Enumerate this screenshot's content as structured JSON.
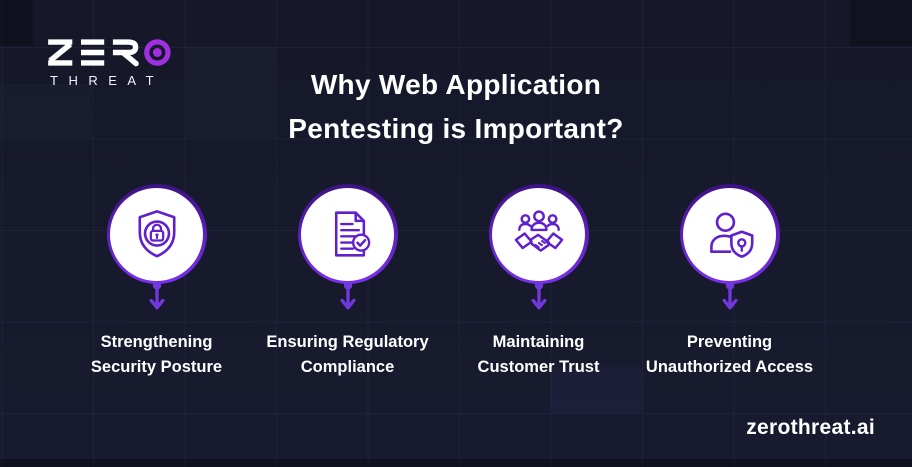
{
  "brand": {
    "name": "ZERO",
    "sub": "THREAT",
    "logo_o_color": "#9e30e0"
  },
  "title": {
    "line1": "Why Web Application",
    "line2": "Pentesting is Important?"
  },
  "items": [
    {
      "icon": "shield-lock-icon",
      "label_line1": "Strengthening",
      "label_line2": "Security Posture"
    },
    {
      "icon": "document-check-icon",
      "label_line1": "Ensuring Regulatory",
      "label_line2": "Compliance"
    },
    {
      "icon": "handshake-people-icon",
      "label_line1": "Maintaining",
      "label_line2": "Customer Trust"
    },
    {
      "icon": "person-shield-icon",
      "label_line1": "Preventing",
      "label_line2": "Unauthorized Access"
    }
  ],
  "footer": {
    "website": "zerothreat.ai"
  },
  "colors": {
    "background": "#171a2c",
    "icon_stroke": "#6021cd",
    "arrow_purple": "#7038dd",
    "ring_gradient_top": "#3c1283",
    "ring_gradient_bottom": "#7c2ff0",
    "text": "#ffffff"
  }
}
